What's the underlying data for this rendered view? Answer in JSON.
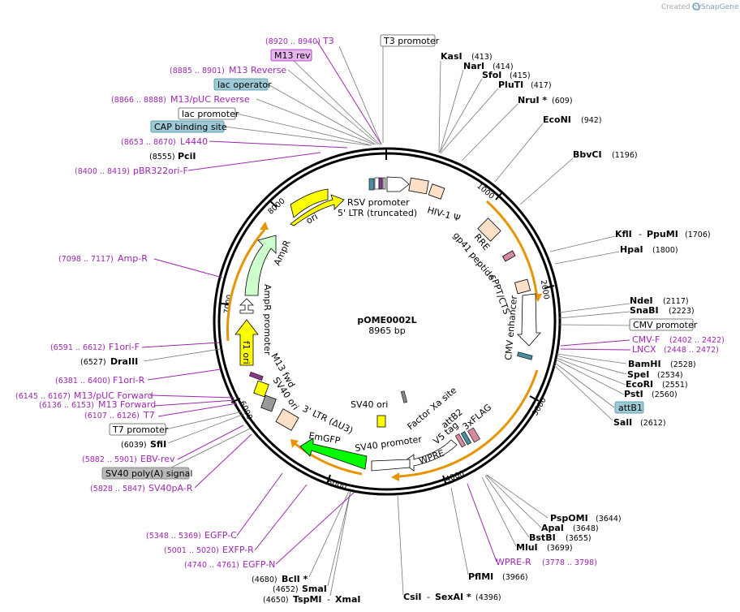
{
  "watermark": {
    "text": "Created by",
    "brand": "SnapGene"
  },
  "plasmid": {
    "name": "pOME0002L",
    "size": "8965 bp"
  },
  "ticks": [
    "1000",
    "2000",
    "3000",
    "4000",
    "5000",
    "6000",
    "7000",
    "8000"
  ],
  "features": {
    "rsv": "RSV promoter",
    "ltr5": "5' LTR (truncated)",
    "hiv": "HIV-1 Ψ",
    "rre": "RRE",
    "gp41": "gp41 peptide",
    "cppt": "cPPT/CTS",
    "cmv_enh": "CMV enhancer",
    "factor_xa": "Factor Xa site",
    "sv40ori_a": "SV40 ori",
    "attb2": "attB2",
    "flag": "3xFLAG",
    "v5": "V5 tag",
    "sv40prom": "SV40 promoter",
    "wpre": "WPRE",
    "emgfp": "EmGFP",
    "ltr3": "3' LTR (ΔU3)",
    "sv40ori_b": "SV40 ori",
    "m13fwd": "M13 fwd",
    "f1ori": "f1 ori",
    "ampr_prom": "AmpR promoter",
    "ampr": "AmpR",
    "ori": "ori"
  },
  "labels": {
    "t3": "T3",
    "t3_range": "(8920 .. 8940)",
    "t3_promoter": "T3 promoter",
    "m13rev": "M13 rev",
    "m13reverse": "M13 Reverse",
    "m13reverse_range": "(8885 .. 8901)",
    "lac_operator": "lac operator",
    "m13puc_rev": "M13/pUC Reverse",
    "m13puc_rev_range": "(8866 .. 8888)",
    "lac_promoter": "lac promoter",
    "cap": "CAP binding site",
    "l4440": "L4440",
    "l4440_range": "(8653 .. 8670)",
    "pcii": "PciI",
    "pcii_pos": "(8555)",
    "pbr": "pBR322ori-F",
    "pbr_range": "(8400 .. 8419)",
    "kasi": "KasI",
    "kasi_pos": "(413)",
    "nari": "NarI",
    "nari_pos": "(414)",
    "sfoi": "SfoI",
    "sfoi_pos": "(415)",
    "pluti": "PluTI",
    "pluti_pos": "(417)",
    "nrui": "NruI *",
    "nrui_pos": "(609)",
    "econi": "EcoNI",
    "econi_pos": "(942)",
    "bbvci": "BbvCI",
    "bbvci_pos": "(1196)",
    "kfli": "KflI",
    "ppumi": "PpuMI",
    "ppumi_pos": "(1706)",
    "hpai": "HpaI",
    "hpai_pos": "(1800)",
    "ndei": "NdeI",
    "ndei_pos": "(2117)",
    "snabi": "SnaBI",
    "snabi_pos": "(2223)",
    "cmv_promoter": "CMV promoter",
    "cmvf": "CMV-F",
    "cmvf_range": "(2402 .. 2422)",
    "lncx": "LNCX",
    "lncx_range": "(2448 .. 2472)",
    "bamhi": "BamHI",
    "bamhi_pos": "(2528)",
    "spei": "SpeI",
    "spei_pos": "(2534)",
    "ecori": "EcoRI",
    "ecori_pos": "(2551)",
    "psti": "PstI",
    "psti_pos": "(2560)",
    "attb1": "attB1",
    "sali": "SalI",
    "sali_pos": "(2612)",
    "pspomi": "PspOMI",
    "pspomi_pos": "(3644)",
    "apai": "ApaI",
    "apai_pos": "(3648)",
    "bstbi": "BstBI",
    "bstbi_pos": "(3655)",
    "mlui": "MluI",
    "mlui_pos": "(3699)",
    "wpre_r": "WPRE-R",
    "wpre_r_range": "(3778 .. 3798)",
    "pflmi": "PflMI",
    "pflmi_pos": "(3966)",
    "csii": "CsiI",
    "sexai": "SexAI *",
    "sexai_pos": "(4396)",
    "xmai": "XmaI",
    "tspmi": "TspMI",
    "tspmi_pos": "(4650)",
    "smai": "SmaI",
    "smai_pos": "(4652)",
    "bcli": "BclI *",
    "bcli_pos": "(4680)",
    "egfpn": "EGFP-N",
    "egfpn_range": "(4740 .. 4761)",
    "exfpr": "EXFP-R",
    "exfpr_range": "(5001 .. 5020)",
    "egfpc": "EGFP-C",
    "egfpc_range": "(5348 .. 5369)",
    "sv40pa": "SV40pA-R",
    "sv40pa_range": "(5828 .. 5847)",
    "sv40polya": "SV40 poly(A) signal",
    "ebvrev": "EBV-rev",
    "ebvrev_range": "(5882 .. 5901)",
    "sfii": "SfiI",
    "sfii_pos": "(6039)",
    "t7_promoter": "T7 promoter",
    "t7": "T7",
    "t7_range": "(6107 .. 6126)",
    "m13fwd": "M13 Forward",
    "m13fwd_range": "(6136 .. 6153)",
    "m13puc_fwd": "M13/pUC Forward",
    "m13puc_fwd_range": "(6145 .. 6167)",
    "f1orir": "F1ori-R",
    "f1orir_range": "(6381 .. 6400)",
    "draiii": "DraIII",
    "draiii_pos": "(6527)",
    "f1orif": "F1ori-F",
    "f1orif_range": "(6591 .. 6612)",
    "ampr_lbl": "Amp-R",
    "ampr_range": "(7098 .. 7117)"
  },
  "colors": {
    "purple": "#9c27b0",
    "orange": "#e69500",
    "peach": "#fde0c5",
    "yellow": "#ffff00",
    "green": "#00ff00",
    "blue_box": "#9ec9d6"
  }
}
